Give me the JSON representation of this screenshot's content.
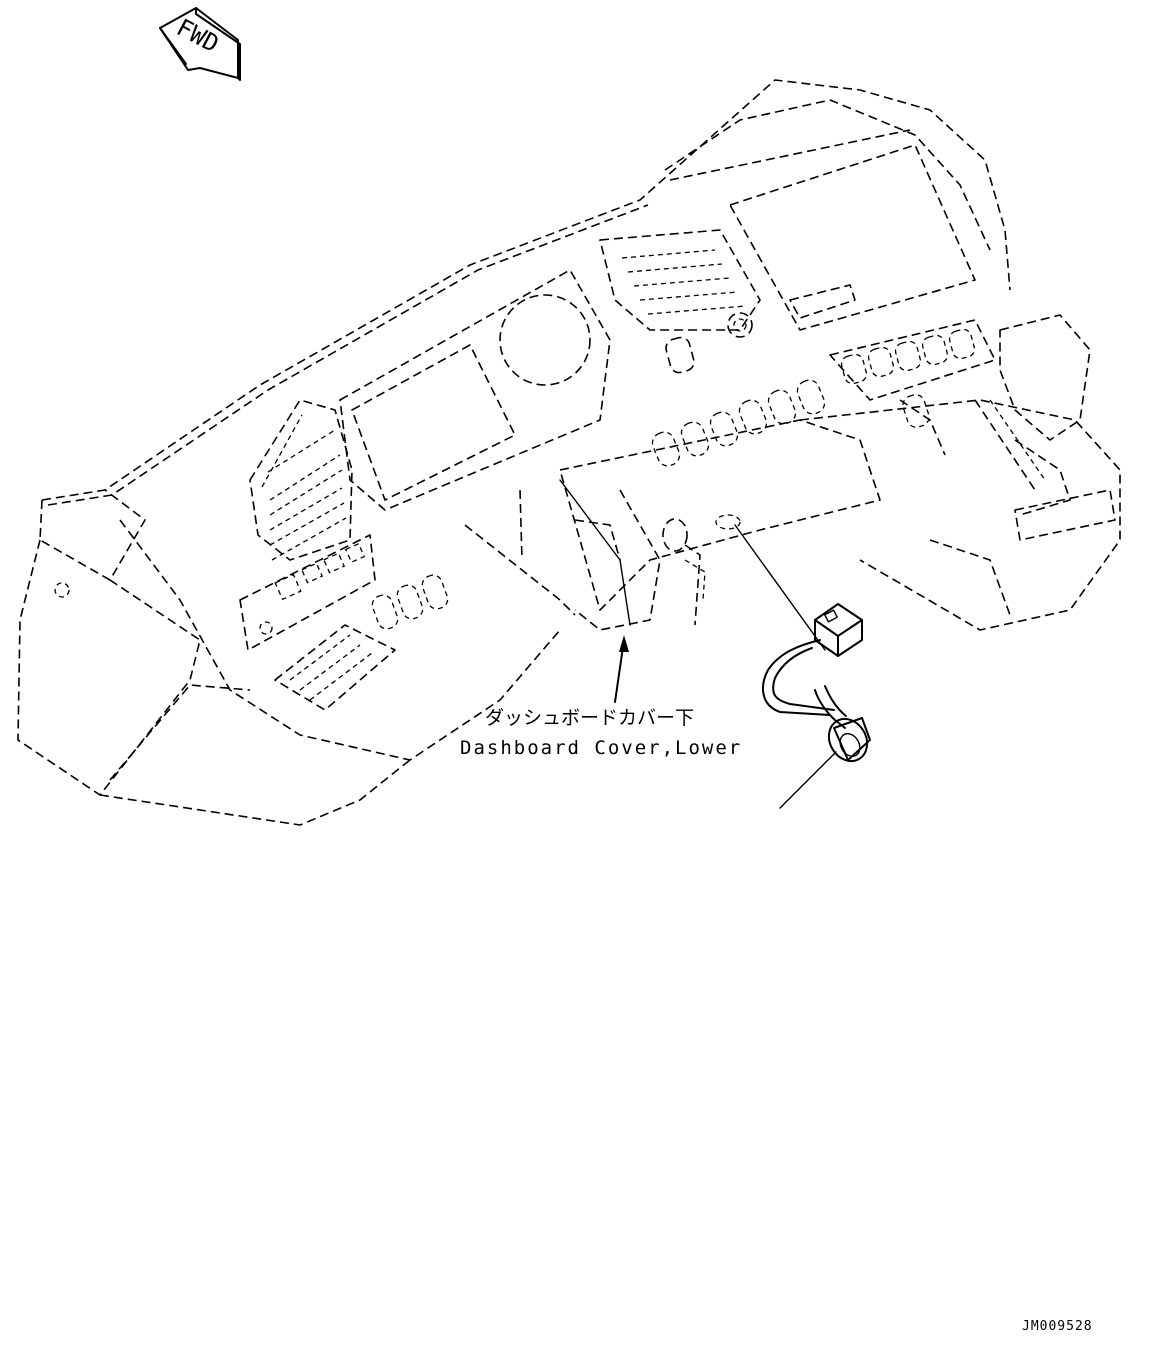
{
  "fwd_badge": {
    "text": "FWD"
  },
  "callouts": {
    "dashboard_cover_jp": "ダッシュボードカバー下",
    "dashboard_cover_en": "Dashboard Cover,Lower"
  },
  "figure_id": "JM009528",
  "colors": {
    "ink": "#000000",
    "paper": "#ffffff"
  }
}
